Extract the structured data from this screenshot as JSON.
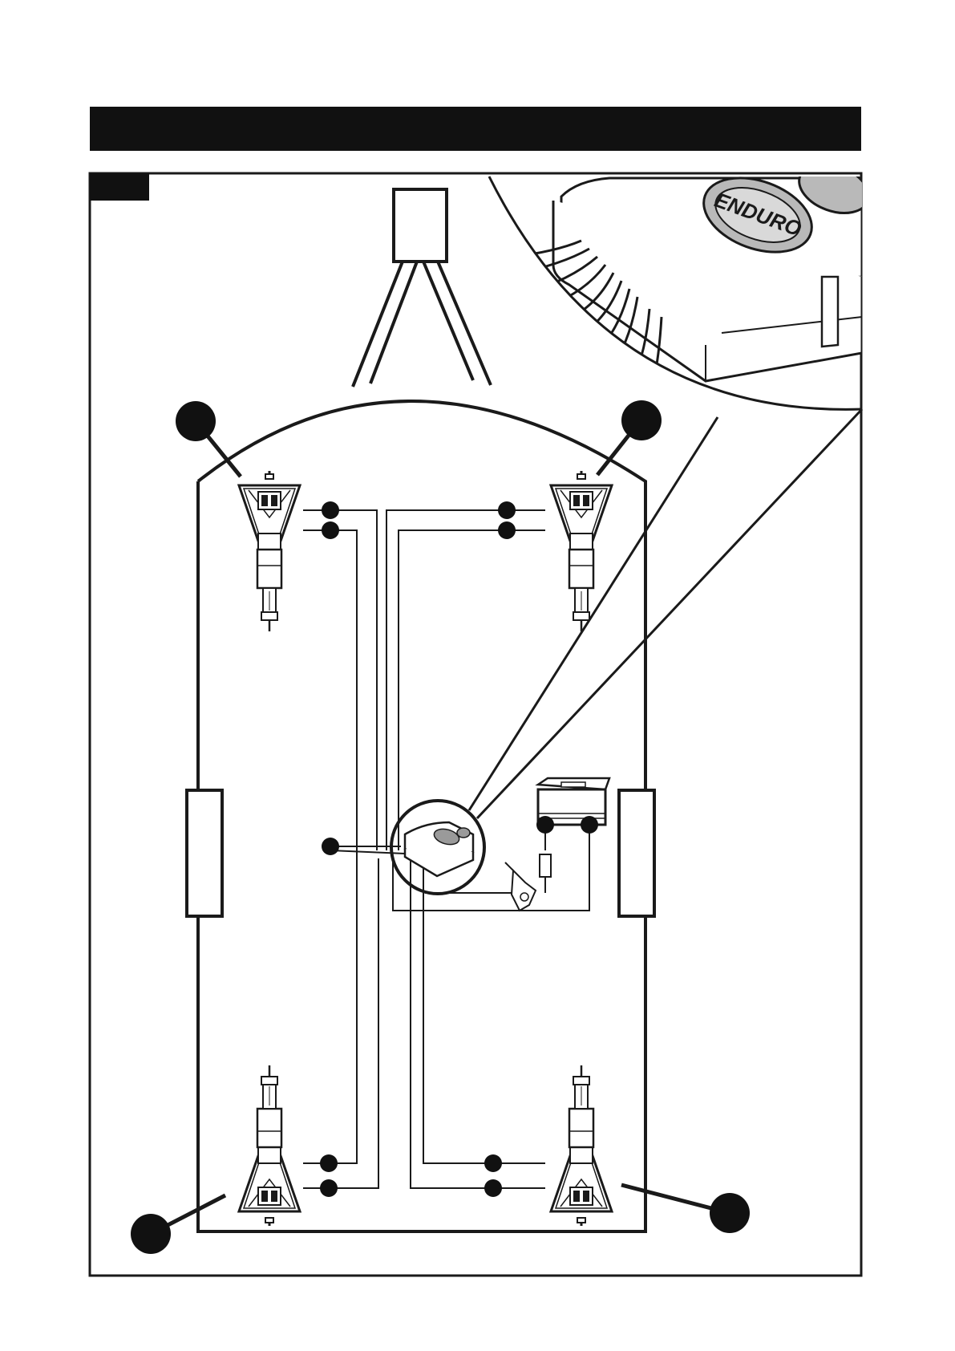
{
  "header": {
    "title": ""
  },
  "figure": {
    "label": ""
  },
  "logo": {
    "text": "ENDURO"
  },
  "colors": {
    "ink": "#1a1a1a",
    "header_bg": "#111111",
    "paper": "#ffffff",
    "device_shade": "#b9b9b9"
  },
  "icons": [
    "motor-mover-assembly",
    "control-box-icon",
    "battery-icon",
    "isolator-switch-icon",
    "callout-circle"
  ]
}
